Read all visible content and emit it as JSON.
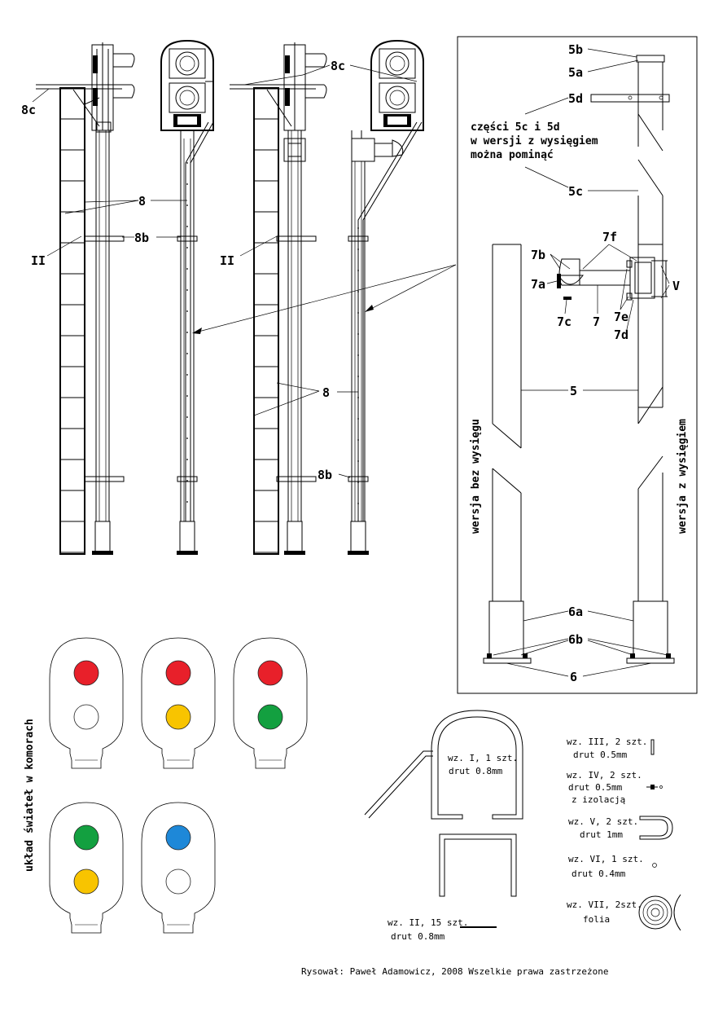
{
  "labels": {
    "l8": "8",
    "l8b": "8b",
    "l8c": "8c",
    "lII": "II",
    "l5": "5",
    "l5a": "5a",
    "l5b": "5b",
    "l5c": "5c",
    "l5d": "5d",
    "l6": "6",
    "l6a": "6a",
    "l6b": "6b",
    "l7": "7",
    "l7a": "7a",
    "l7b": "7b",
    "l7c": "7c",
    "l7d": "7d",
    "l7e": "7e",
    "l7f": "7f",
    "lV": "V"
  },
  "detail_box": {
    "note_line1": "części 5c i 5d",
    "note_line2": "w wersji z wysięgiem",
    "note_line3": "można pominąć",
    "version_without": "wersja bez wysięgu",
    "version_with": "wersja z wysięgiem"
  },
  "lights": {
    "heading": "układ świateł w komorach",
    "heads": [
      {
        "top": "#e8202a",
        "bottom": "#ffffff"
      },
      {
        "top": "#e8202a",
        "bottom": "#f8c400"
      },
      {
        "top": "#e8202a",
        "bottom": "#13a040"
      },
      {
        "top": "#13a040",
        "bottom": "#f8c400"
      },
      {
        "top": "#1e88d8",
        "bottom": "#ffffff"
      }
    ]
  },
  "wire_parts": {
    "wz1_l1": "wz. I, 1 szt.",
    "wz1_l2": "drut 0.8mm",
    "wz2_l1": "wz. II, 15 szt.",
    "wz2_l2": "drut 0.8mm",
    "wz3_l1": "wz. III, 2 szt.",
    "wz3_l2": "drut 0.5mm",
    "wz4_l1": "wz. IV, 2 szt.",
    "wz4_l2": "drut 0.5mm",
    "wz4_l3": "z izolacją",
    "wz5_l1": "wz. V, 2 szt.",
    "wz5_l2": "drut 1mm",
    "wz6_l1": "wz. VI, 1 szt.",
    "wz6_l2": "drut 0.4mm",
    "wz7_l1": "wz. VII, 2szt.",
    "wz7_l2": "folia"
  },
  "credits": "Rysował: Paweł Adamowicz, 2008     Wszelkie prawa zastrzeżone"
}
